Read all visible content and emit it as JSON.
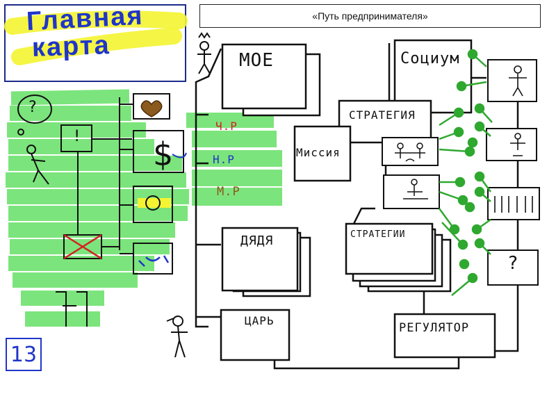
{
  "caption": "«Путь предпринимателя»",
  "title": {
    "line1": "Главная",
    "line2": "карта"
  },
  "page_number": "13",
  "boxes": {
    "moe": "МОЕ",
    "socium": "Социум",
    "strategy": "СТРАТЕГИЯ",
    "mission": "Миссия",
    "strategies": "СТРАТЕГИИ",
    "uncle": "ДЯДЯ",
    "tsar": "ЦАРЬ",
    "regulator": "РЕГУЛЯТОР",
    "question": "?"
  },
  "tags": {
    "ch_r": "Ч.Р",
    "n_r": "Н.Р",
    "m_r": "М.Р"
  },
  "left_symbols": {
    "question": "?",
    "exclaim": "!"
  },
  "colors": {
    "green": "#6ee26e",
    "blue": "#1f35c9",
    "yellow": "#f4f432",
    "red": "#d42020",
    "ink": "#111111"
  }
}
